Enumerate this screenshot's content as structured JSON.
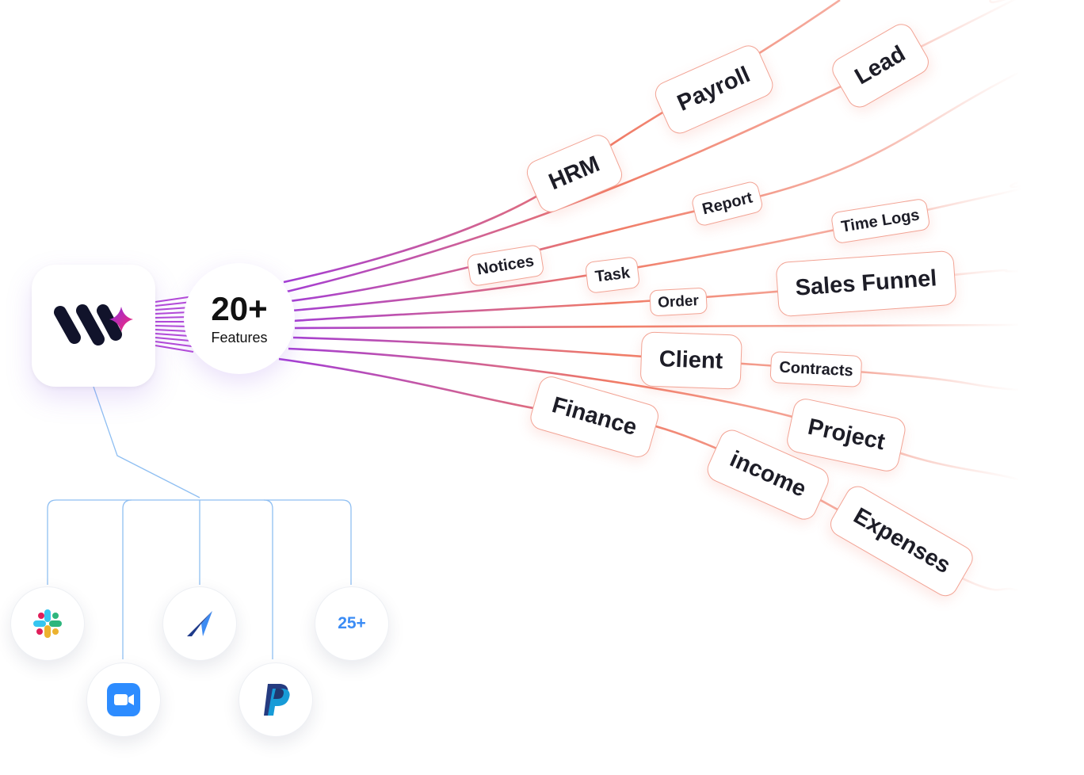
{
  "hub": {
    "count": "20+",
    "label": "Features"
  },
  "features": [
    "HRM",
    "Payroll",
    "Lead",
    "Report",
    "Time Logs",
    "Notices",
    "Task",
    "Order",
    "Sales Funnel",
    "Client",
    "Contracts",
    "Finance",
    "Project",
    "income",
    "Expenses"
  ],
  "integrations": {
    "icons": [
      "slack-icon",
      "zoom-icon",
      "arrow-logo-icon",
      "paypal-icon"
    ],
    "more_label": "25+"
  },
  "colors": {
    "purple": "#a23cd6",
    "coral": "#f07b66",
    "connector_blue": "#8fbff2",
    "more_blue": "#3b8cf5"
  }
}
